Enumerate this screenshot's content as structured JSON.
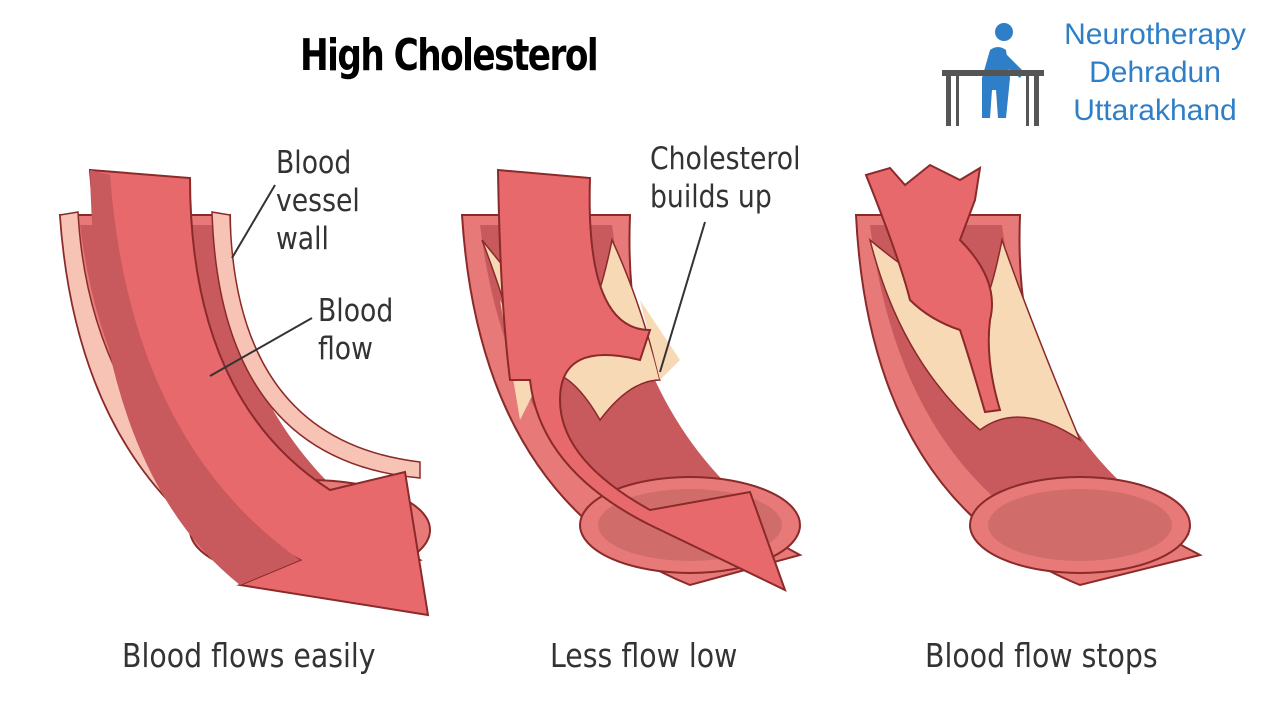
{
  "title": "High Cholesterol",
  "brand": {
    "line1": "Neurotherapy",
    "line2": "Dehradun",
    "line3": "Uttarakhand",
    "color": "#2e7fc7",
    "logo_icon": "therapist-with-table-icon"
  },
  "panels": [
    {
      "labels": [
        "Blood",
        "vessel",
        "wall",
        "Blood",
        "flow"
      ],
      "caption": "Blood flows easily"
    },
    {
      "labels": [
        "Cholesterol",
        "builds up"
      ],
      "caption": "Less flow low"
    },
    {
      "caption": "Blood flow stops"
    }
  ],
  "colors": {
    "vessel": "#e77a78",
    "vessel_dark": "#c85a5e",
    "vessel_inner": "#f6c3b4",
    "arrow": "#e8696b",
    "plaque": "#f7d9b6",
    "outline": "#8a2a2a"
  }
}
